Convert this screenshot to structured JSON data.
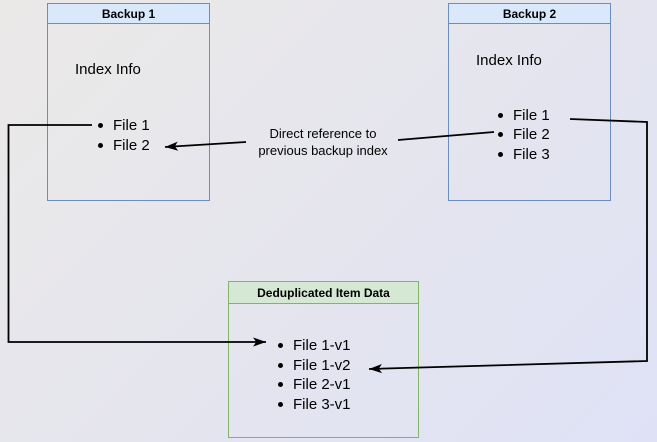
{
  "backup1": {
    "title": "Backup 1",
    "index_label": "Index Info",
    "files": [
      "File 1",
      "File 2"
    ]
  },
  "backup2": {
    "title": "Backup 2",
    "index_label": "Index Info",
    "files": [
      "File 1",
      "File 2",
      "File 3"
    ]
  },
  "dedup": {
    "title": "Deduplicated Item Data",
    "items": [
      "File 1-v1",
      "File 1-v2",
      "File 2-v1",
      "File 3-v1"
    ]
  },
  "annotation": {
    "line1": "Direct reference to",
    "line2": "previous backup index"
  },
  "colors": {
    "blue_border": "#6c8ebf",
    "blue_header_fill": "#dae8fc",
    "green_border": "#82b366",
    "green_header_fill": "#d5e8d4",
    "edge": "#000000",
    "background_start": "#ebe9e7",
    "background_end": "#dfe2f6"
  }
}
